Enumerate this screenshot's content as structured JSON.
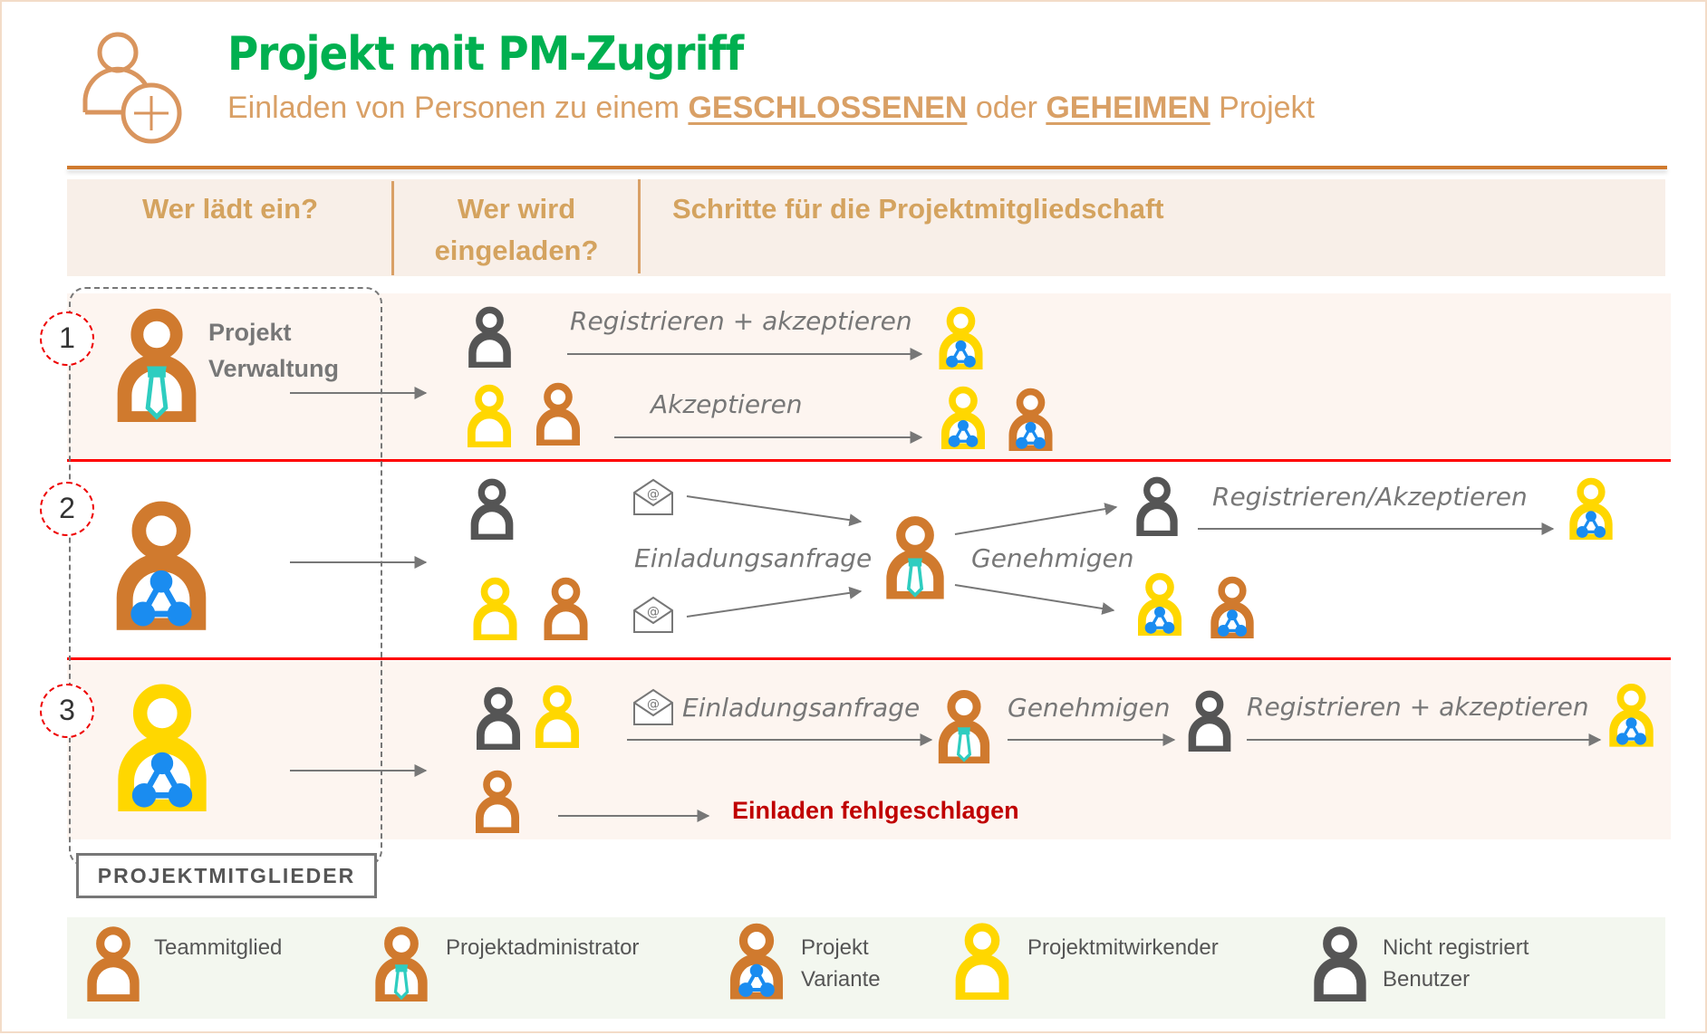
{
  "header": {
    "title": "Projekt mit PM-Zugriff",
    "subtitle_pre": "Einladen von Personen zu einem ",
    "subtitle_closed": "GESCHLOSSENEN",
    "subtitle_mid": " oder ",
    "subtitle_secret": "GEHEIMEN",
    "subtitle_post": " Projekt"
  },
  "columns": {
    "who_invites": "Wer lädt ein?",
    "who_invited_1": "Wer wird",
    "who_invited_2": "eingeladen?",
    "steps": "Schritte für die Projektmitgliedschaft"
  },
  "rows": [
    {
      "number": "1",
      "inviter_line1": "Projekt",
      "inviter_line2": "Verwaltung",
      "step_a": "Registrieren + akzeptieren",
      "step_b": "Akzeptieren"
    },
    {
      "number": "2",
      "request": "Einladungsanfrage",
      "approve": "Genehmigen",
      "register": "Registrieren/Akzeptieren"
    },
    {
      "number": "3",
      "request": "Einladungsanfrage",
      "approve": "Genehmigen",
      "register": "Registrieren + akzeptieren",
      "failed": "Einladen fehlgeschlagen"
    }
  ],
  "group_label": "PROJEKTMITGLIEDER",
  "legend": [
    {
      "label": "Teammitglied"
    },
    {
      "label": "Projektadministrator"
    },
    {
      "label_1": "Projekt",
      "label_2": "Variante"
    },
    {
      "label": "Projektmitwirkender"
    },
    {
      "label_1": "Nicht registriert",
      "label_2": "Benutzer"
    }
  ],
  "colors": {
    "team": "#d07a2e",
    "contributor": "#ffd700",
    "unregistered": "#555555",
    "accent": "#00b050",
    "fail": "#c00000"
  }
}
